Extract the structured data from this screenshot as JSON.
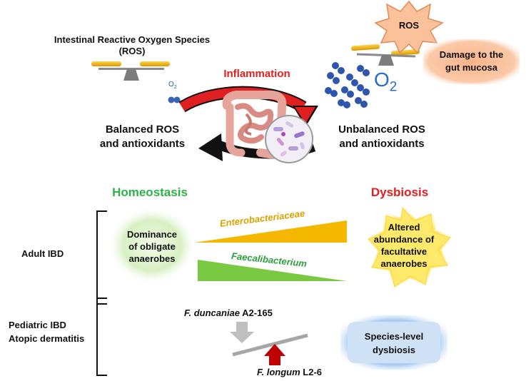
{
  "top": {
    "ros_title_line1": "Intestinal Reactive Oxygen Species",
    "ros_title_line2": "(ROS)",
    "o2_small": "O",
    "o2_small_sub": "2",
    "inflammation": "Inflammation",
    "balanced_line1": "Balanced ROS",
    "balanced_line2": "and antioxidants",
    "unbalanced_line1": "Unbalanced ROS",
    "unbalanced_line2": "and antioxidants",
    "ros_star": "ROS",
    "o2_big": "O",
    "o2_big_sub": "2",
    "damage_line1": "Damage to the",
    "damage_line2": "gut mucosa"
  },
  "states": {
    "homeostasis": "Homeostasis",
    "dysbiosis": "Dysbiosis"
  },
  "adult": {
    "label": "Adult IBD",
    "left_circle_line1": "Dominance",
    "left_circle_line2": "of obligate",
    "left_circle_line3": "anaerobes",
    "entero": "Enterobacteriaceae",
    "faecali": "Faecalibacterium",
    "star_line1": "Altered",
    "star_line2": "abundance of",
    "star_line3": "facultative",
    "star_line4": "anaerobes"
  },
  "pediatric": {
    "label_line1": "Pediatric IBD",
    "label_line2": "Atopic dermatitis",
    "duncaniae_species": "F. duncaniae",
    "duncaniae_strain": " A2-165",
    "longum_species": "F. longum",
    "longum_strain": " L2-6",
    "box_line1": "Species-level",
    "box_line2": "dysbiosis"
  },
  "colors": {
    "inflammation_red": "#e02020",
    "homeostasis_green": "#2db34a",
    "dysbiosis_red": "#e02020",
    "entero_orange": "#f5b800",
    "faecali_green": "#7ac943",
    "o2_blue": "#2b5aa8",
    "damage_box": "#f7a679",
    "species_box": "#9dc3e6"
  }
}
